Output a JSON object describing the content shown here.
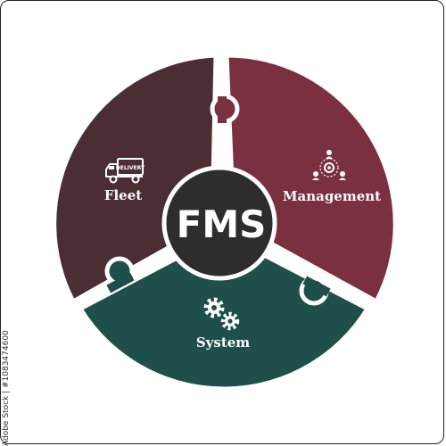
{
  "center": {
    "label": "FMS"
  },
  "segments": [
    {
      "label": "Fleet",
      "icon": "delivery-truck-icon",
      "truck_text": "DELIVERY"
    },
    {
      "label": "Management",
      "icon": "team-network-icon"
    },
    {
      "label": "System",
      "icon": "gears-icon"
    }
  ],
  "colors": {
    "fleet": "#4a2e33",
    "management": "#7a3041",
    "system": "#1f4f4a",
    "center": "#2d2d2d",
    "border": "#ffffff"
  },
  "side_id": "Adobe Stock | #1083474600"
}
